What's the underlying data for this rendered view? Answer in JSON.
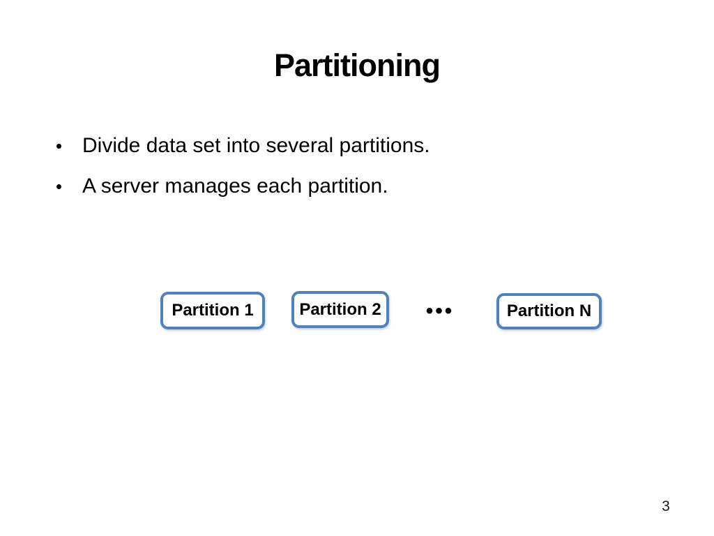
{
  "slide": {
    "title": "Partitioning",
    "bullets": [
      "Divide data set into several partitions.",
      "A server manages each partition."
    ],
    "bullet_glyph": "•",
    "partitions": [
      {
        "label": "Partition 1"
      },
      {
        "label": "Partition 2"
      },
      {
        "label": "Partition N"
      }
    ],
    "ellipsis": "•••",
    "page_number": "3",
    "colors": {
      "box_border": "#4f81bd",
      "text": "#000000",
      "background": "#ffffff"
    }
  }
}
